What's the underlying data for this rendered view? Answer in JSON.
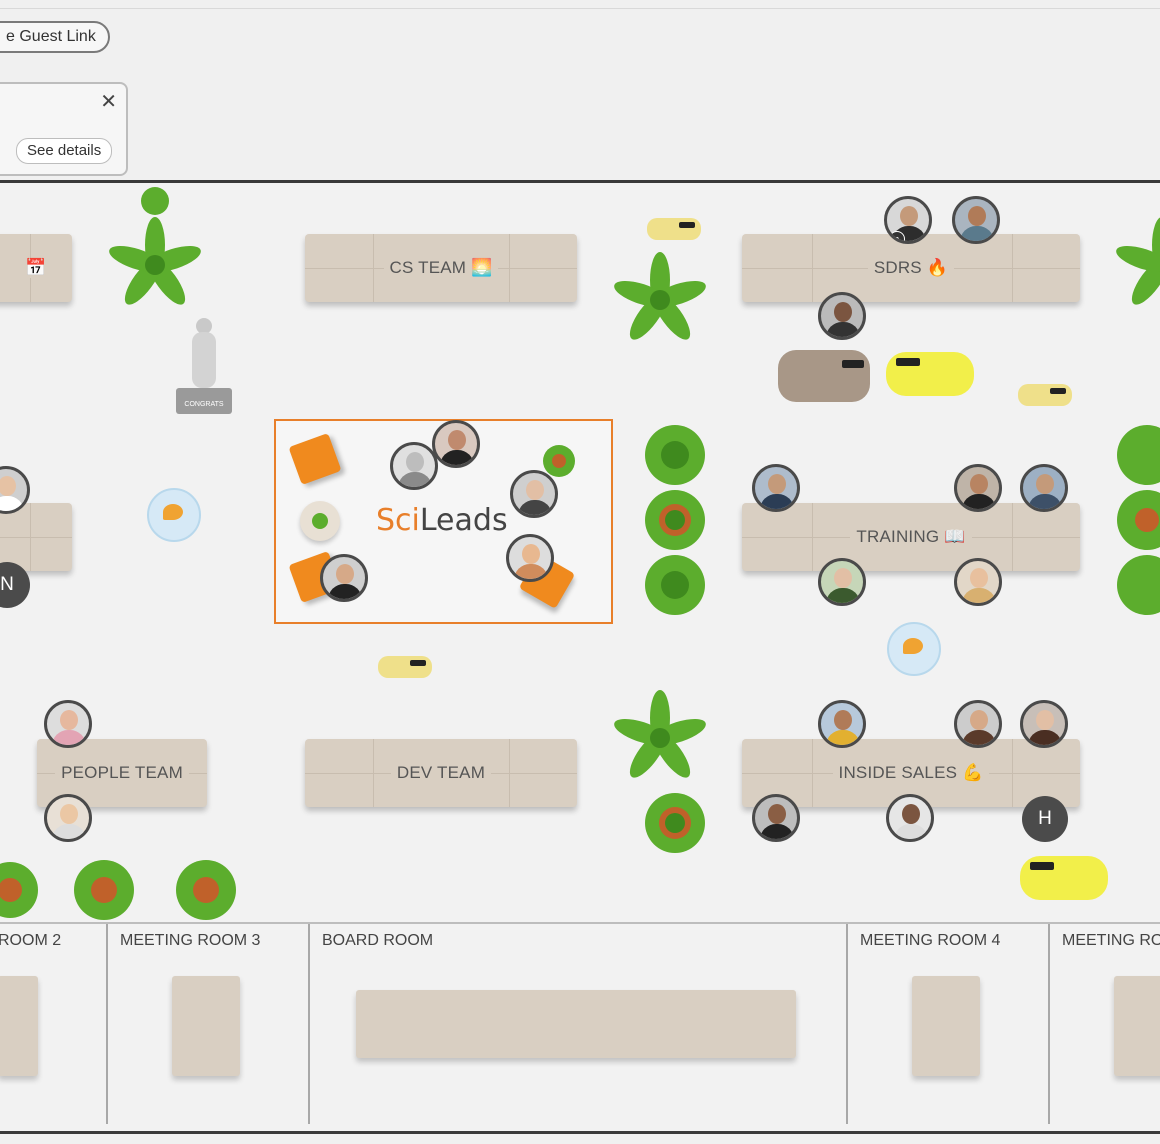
{
  "header": {
    "guest_link_label": "e Guest Link",
    "notice": {
      "close_glyph": "✕",
      "see_details_label": "See details"
    }
  },
  "desks": {
    "cs_team": {
      "label": "CS TEAM",
      "emoji": "🌅"
    },
    "sdrs": {
      "label": "SDRS",
      "emoji": "🔥"
    },
    "training": {
      "label": "TRAINING",
      "emoji": "📖"
    },
    "people_team": {
      "label": "PEOPLE TEAM",
      "emoji": ""
    },
    "dev_team": {
      "label": "DEV TEAM",
      "emoji": ""
    },
    "inside_sales": {
      "label": "INSIDE SALES",
      "emoji": "💪"
    },
    "partial_left": {
      "emoji": "📅"
    }
  },
  "logo": {
    "prefix": "Sci",
    "suffix": "Leads"
  },
  "statue_label": "CONGRATS",
  "initials": {
    "left": "N",
    "right": "H"
  },
  "rooms": [
    {
      "label": "ROOM 2"
    },
    {
      "label": "MEETING ROOM 3"
    },
    {
      "label": "BOARD ROOM"
    },
    {
      "label": "MEETING ROOM 4"
    },
    {
      "label": "MEETING RO"
    }
  ],
  "colors": {
    "accent": "#e87f2a",
    "desk": "#d9cfc2",
    "plant": "#5cad2d",
    "floor_border": "#3a3a3a"
  },
  "icons": [
    "close-icon",
    "mic-icon",
    "plant-icon",
    "statue-icon",
    "fish-bowl-icon",
    "cat-icon",
    "cow-icon",
    "chair-icon"
  ]
}
